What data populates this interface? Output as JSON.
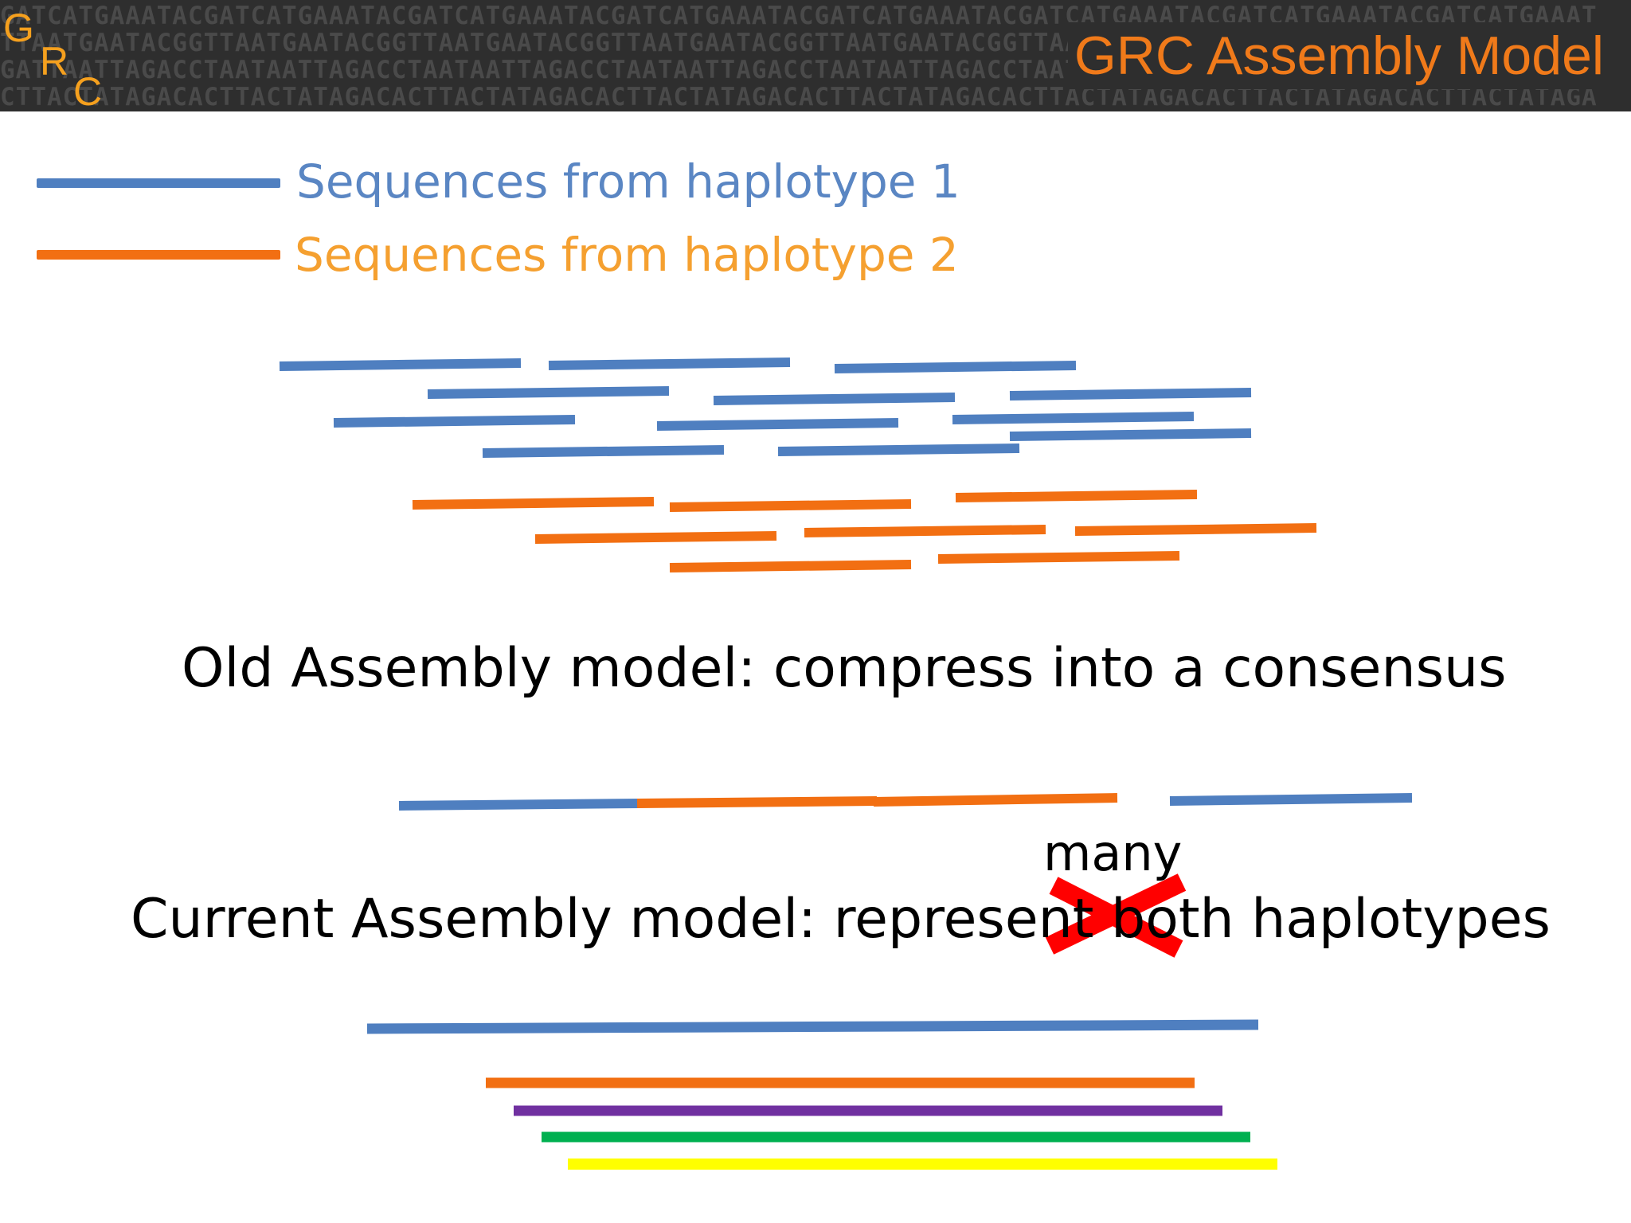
{
  "header": {
    "logo_letters": [
      "G",
      "R",
      "C"
    ],
    "title": "GRC Assembly Model",
    "background_rows": [
      "GATCATGAAATACGATCATGAAATACGATCATGAAATACGATCATGAAATACGATCATGAAATACGATCATGAAATACGATCATGAAATACGATCATGAAAT",
      "TTAATGAATACGGTTAATGAATACGGTTAATGAATACGGTTAATGAATACGGTTAATGAATACGGTTAATGAATACGGTTAATGAATACGGTTAATGAATAC",
      "GATTAATTAGACCTAATAATTAGACCTAATAATTAGACCTAATAATTAGACCTAATAATTAGACCTAATAATTAGACCTAATAATTAGACCTAATAATTAGA",
      "CTTACTATAGACACTTACTATAGACACTTACTATAGACACTTACTATAGACACTTACTATAGACACTTACTATAGACACTTACTATAGACACTTACTATAGA"
    ]
  },
  "legend": [
    {
      "label": "Sequences from haplotype 1",
      "color": "#5a86c3"
    },
    {
      "label": "Sequences from haplotype 2",
      "color": "#f5a030"
    }
  ],
  "line_colors": {
    "haplotype1": "#4f7fc0",
    "haplotype2": "#f26f12",
    "purple": "#7030a0",
    "green": "#00b050",
    "yellow": "#ffff00",
    "strike": "#ff0000"
  },
  "captions": {
    "old_model": "Old Assembly model: compress into a consensus",
    "current_model_prefix": "Current Assembly model: represent",
    "struck_word": "both",
    "current_model_suffix": "haplotypes",
    "replacement_word": "many"
  }
}
